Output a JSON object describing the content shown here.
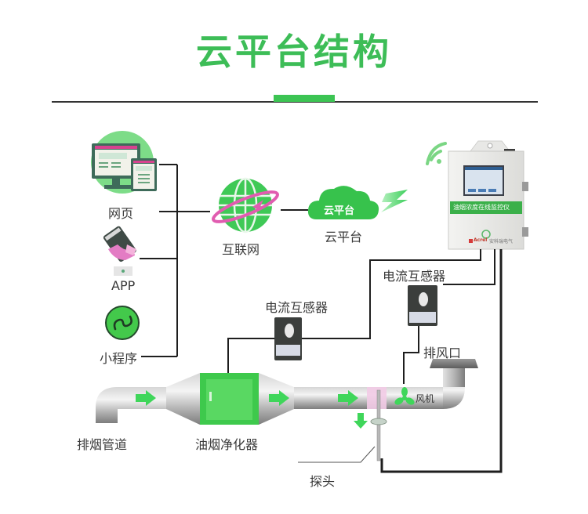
{
  "header": {
    "title": "云平台结构"
  },
  "clients": [
    {
      "label": "网页",
      "icon": "web-monitor-icon"
    },
    {
      "label": "APP",
      "icon": "mobile-phone-icon"
    },
    {
      "label": "小程序",
      "icon": "mini-program-icon"
    }
  ],
  "network": {
    "internet_label": "互联网",
    "cloud_badge": "云平台",
    "cloud_label": "云平台"
  },
  "device": {
    "band_text": "油烟浓度在线监控仪",
    "brand": "Acrel",
    "brand_sub": "安科瑞电气"
  },
  "sensors": {
    "ct_label_1": "电流互感器",
    "ct_label_2": "电流互感器",
    "exhaust_outlet": "排风口",
    "fan": "风机",
    "duct": "排烟管道",
    "purifier": "油烟净化器",
    "probe": "探头"
  },
  "colors": {
    "accent": "#3dbd57",
    "green_box": "#44cc4a",
    "arrow": "#3fd65a",
    "magenta": "#e05aa8",
    "line": "#1e1e1e"
  }
}
